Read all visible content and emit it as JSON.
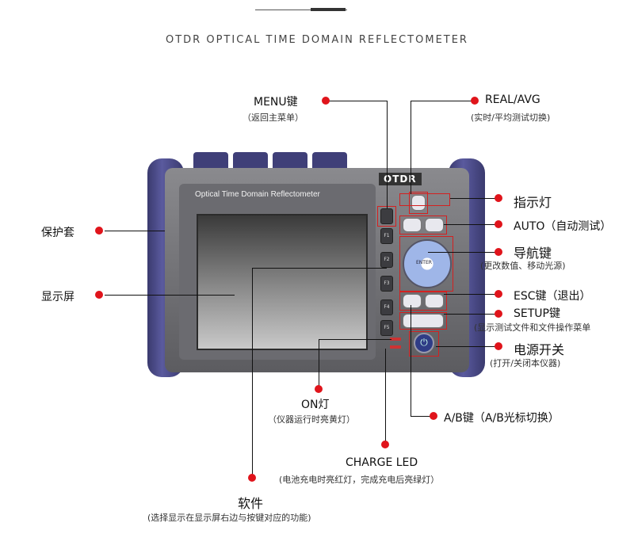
{
  "header": {
    "title": "OTDR OPTICAL TIME DOMAIN REFLECTOMETER"
  },
  "device": {
    "panel_label": "Optical Time Domain Reflectometer",
    "brand": "OTDR",
    "softkeys": [
      "F1",
      "F2",
      "F3",
      "F4",
      "F5"
    ],
    "nav_center": "ENTER"
  },
  "callouts": {
    "menu": {
      "label": "MENU键",
      "sub": "（返回主菜单）"
    },
    "real_avg": {
      "label": "REAL/AVG",
      "sub": "(实时/平均测试切换)"
    },
    "indicator": {
      "label": "指示灯"
    },
    "auto": {
      "label": "AUTO（自动测试）"
    },
    "nav": {
      "label": "导航键",
      "sub": "(更改数值、移动光源)"
    },
    "esc": {
      "label": "ESC键（退出）"
    },
    "setup": {
      "label": "SETUP键",
      "sub": "(显示测试文件和文件操作菜单"
    },
    "power": {
      "label": "电源开关",
      "sub": "(打开/关闭本仪器)"
    },
    "ab": {
      "label": "A/B键（A/B光标切换）"
    },
    "on_light": {
      "label": "ON灯",
      "sub": "（仪器运行时亮黄灯）"
    },
    "charge": {
      "label": "CHARGE LED",
      "sub": "(电池充电时亮红灯，完成充电后亮绿灯）"
    },
    "soft": {
      "label": "软件",
      "sub": "(选择显示在显示屏右边与按键对应的功能)"
    },
    "case": {
      "label": "保护套"
    },
    "screen": {
      "label": "显示屏"
    }
  }
}
